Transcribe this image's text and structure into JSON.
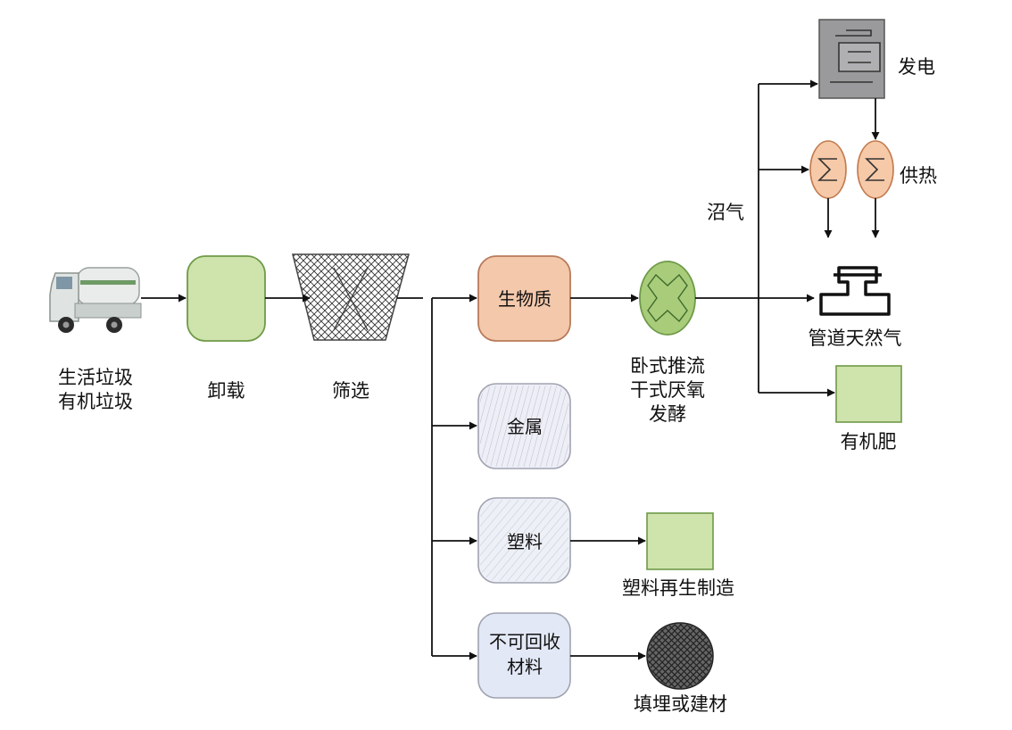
{
  "labels": {
    "source_line1": "生活垃圾",
    "source_line2": "有机垃圾",
    "unload": "卸载",
    "screening": "筛选",
    "biomass": "生物质",
    "metal": "金属",
    "plastic": "塑料",
    "nonrecyclable_line1": "不可回收",
    "nonrecyclable_line2": "材料",
    "digest_line1": "卧式推流",
    "digest_line2": "干式厌氧",
    "digest_line3": "发酵",
    "biogas": "沼气",
    "power": "发电",
    "heat": "供热",
    "pipeline_gas": "管道天然气",
    "fertilizer": "有机肥",
    "plastic_recycle": "塑料再生制造",
    "landfill": "填埋或建材"
  },
  "colors": {
    "green_fill": "#cfe3ad",
    "green_stroke": "#6e9a47",
    "biomass_fill": "#f3c8ab",
    "biomass_stroke": "#b97a5a",
    "metal_fill": "#eeeef7",
    "plastic_fill": "#eef0f7",
    "nonrecyclable_fill": "#e2e8f5",
    "heat_fill": "#f6c9a8",
    "generator_fill": "#9a9a9c",
    "landfill_fill": "#555555",
    "arrow": "#111111"
  },
  "icons": {
    "truck": "truck-icon",
    "screen": "screen-hopper-icon",
    "digester": "digester-icon",
    "generator": "generator-icon",
    "heat_exchanger": "heat-exchanger-icon",
    "pipeline": "gas-pipeline-icon"
  }
}
